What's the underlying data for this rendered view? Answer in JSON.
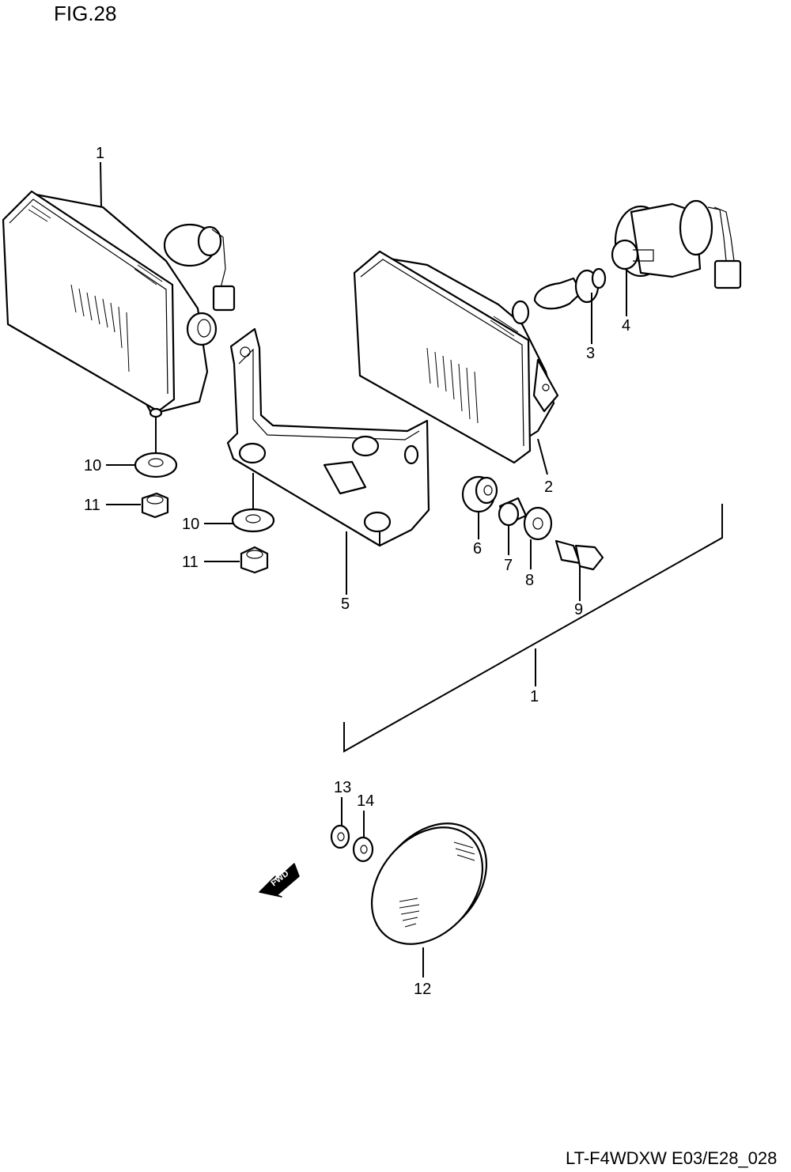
{
  "figure_title": "FIG.28",
  "diagram_code": "LT-F4WDXW E03/E28_028",
  "fwd_label": "FWD",
  "callouts": {
    "c1_left": "1",
    "c1_group": "1",
    "c2": "2",
    "c3": "3",
    "c4": "4",
    "c5": "5",
    "c6": "6",
    "c7": "7",
    "c8": "8",
    "c9": "9",
    "c10_a": "10",
    "c10_b": "10",
    "c11_a": "11",
    "c11_b": "11",
    "c12": "12",
    "c13": "13",
    "c14": "14"
  }
}
